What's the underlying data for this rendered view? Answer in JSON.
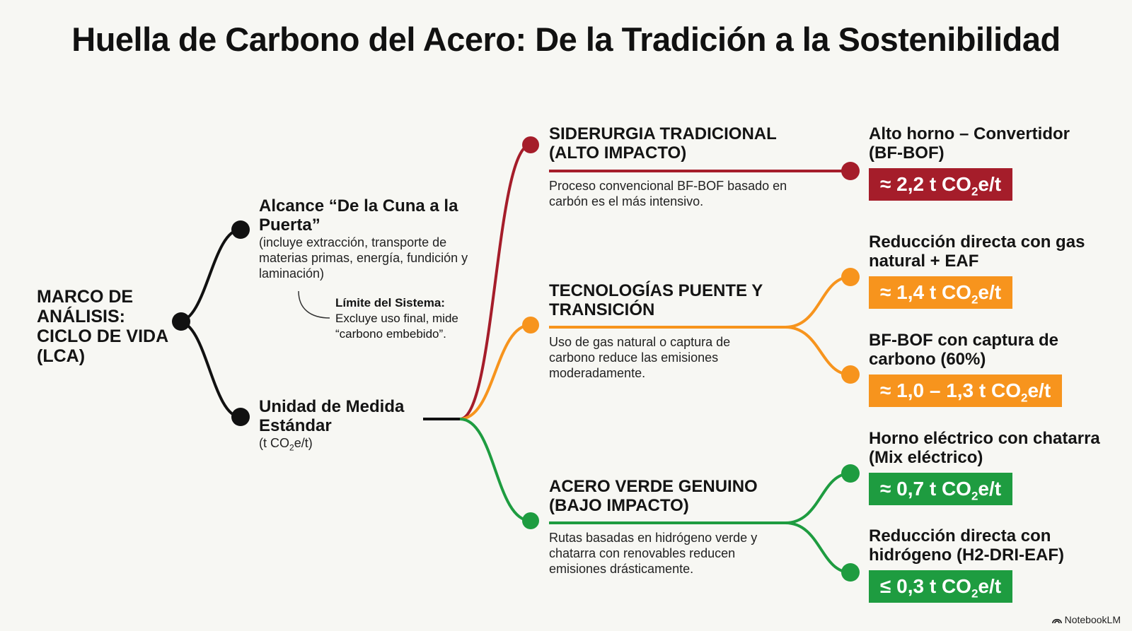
{
  "title": "Huella de Carbono del Acero: De la Tradición a la Sostenibilidad",
  "colors": {
    "dark": "#111111",
    "red": "#a51d2a",
    "orange": "#f7941d",
    "green": "#1e9c40"
  },
  "root": {
    "label": "MARCO DE ANÁLISIS: CICLO DE VIDA (LCA)"
  },
  "scope": {
    "head": "Alcance “De la Cuna a la Puerta”",
    "body": "(incluye extracción, transporte de materias primas, energía, fundición y laminación)",
    "note_title": "Límite del Sistema:",
    "note_body": "Excluye uso final, mide “carbono embebido”."
  },
  "unit": {
    "head": "Unidad de Medida Estándar",
    "body_pre": "(t CO",
    "body_sub": "2",
    "body_post": "e/t)"
  },
  "categories": [
    {
      "head": "SIDERURGIA TRADICIONAL (ALTO IMPACTO)",
      "desc": "Proceso convencional BF-BOF basado en carbón es el más intensivo.",
      "color_key": "red",
      "leaves": [
        {
          "head": "Alto horno – Convertidor (BF-BOF)",
          "badge_pre": "≈ 2,2 t CO",
          "badge_sub": "2",
          "badge_post": "e/t"
        }
      ]
    },
    {
      "head": "TECNOLOGÍAS PUENTE Y TRANSICIÓN",
      "desc": "Uso de gas natural o captura de carbono reduce las emisiones moderadamente.",
      "color_key": "orange",
      "leaves": [
        {
          "head": "Reducción directa con gas natural + EAF",
          "badge_pre": "≈ 1,4 t CO",
          "badge_sub": "2",
          "badge_post": "e/t"
        },
        {
          "head": "BF-BOF con captura de carbono (60%)",
          "badge_pre": "≈ 1,0 – 1,3 t CO",
          "badge_sub": "2",
          "badge_post": "e/t"
        }
      ]
    },
    {
      "head": "ACERO VERDE GENUINO (BAJO IMPACTO)",
      "desc": "Rutas basadas en hidrógeno verde y chatarra con renovables reducen emisiones drásticamente.",
      "color_key": "green",
      "leaves": [
        {
          "head": "Horno eléctrico con chatarra (Mix eléctrico)",
          "badge_pre": "≈ 0,7 t CO",
          "badge_sub": "2",
          "badge_post": "e/t"
        },
        {
          "head": "Reducción directa con hidrógeno (H2-DRI-EAF)",
          "badge_pre": "≤ 0,3 t CO",
          "badge_sub": "2",
          "badge_post": "e/t"
        }
      ]
    }
  ],
  "brand": "NotebookLM",
  "brand_icon": "notebooklm-logo-icon"
}
